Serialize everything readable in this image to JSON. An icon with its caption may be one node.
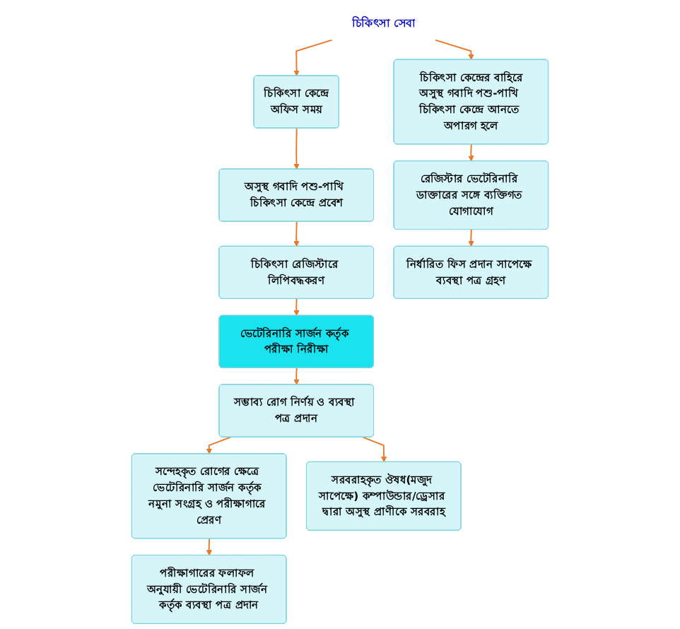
{
  "diagram": {
    "nodes": [
      {
        "text": [
          "চিকিৎসা সেবা"
        ]
      },
      {
        "text": [
          "চিকিৎসা কেন্দ্রে",
          "অফিস সময়"
        ]
      },
      {
        "text": [
          "চিকিৎসা কেন্দ্রের বাহিরে",
          "অসুস্থ গবাদি পশু-পাখি চিকিৎসা কেন্দ্রে আনতে অপারগ হলে"
        ]
      },
      {
        "text": [
          "অসুস্থ গবাদি পশু-পাখি চিকিৎসা কেন্দ্রে প্রবেশ"
        ]
      },
      {
        "text": [
          "রেজিস্টার ভেটেরিনারি ডাক্তারের সঙ্গে ব্যক্তিগত যোগাযোগ"
        ]
      },
      {
        "text": [
          "চিকিৎসা রেজিস্টারে লিপিবদ্ধকরণ"
        ]
      },
      {
        "text": [
          "নির্ধারিত ফিস প্রদান সাপেক্ষে ব্যবস্থা পত্র গ্রহণ"
        ]
      },
      {
        "text": [
          "ভেটেরিনারি সার্জন কর্তৃক পরীক্ষা নিরীক্ষা"
        ]
      },
      {
        "text": [
          "সম্ভাব্য রোগ নির্ণয় ও ব্যবস্থা পত্র প্রদান"
        ]
      },
      {
        "text": [
          "সন্দেহকৃত রোগের ক্ষেত্রে ভেটেরিনারি সার্জন কর্তৃক নমুনা সংগ্রহ ও পরীক্ষাগারে প্রেরণ"
        ]
      },
      {
        "text": [
          "সরবরাহকৃত ঔষধ(মজুদ সাপেক্ষে) কম্পাউন্ডার/ড্রেসার দ্বারা অসুস্থ প্রাণীকে সরবরাহ"
        ]
      },
      {
        "text": [
          "পরীক্ষাগারের ফলাফল অনুযায়ী ভেটেরিনারি সার্জন কর্তৃক ব্যবস্থা পত্র প্রদান"
        ]
      }
    ],
    "edges": [
      {
        "from": 0,
        "to": 1,
        "arrow": "to"
      },
      {
        "from": 0,
        "to": 2,
        "arrow": "to"
      },
      {
        "from": 1,
        "to": 3,
        "arrow": "to"
      },
      {
        "from": 3,
        "to": 5,
        "arrow": "to"
      },
      {
        "from": 5,
        "to": 7,
        "arrow": "to"
      },
      {
        "from": 7,
        "to": 8,
        "arrow": "to"
      },
      {
        "from": 8,
        "to": 10,
        "arrow": "to"
      },
      {
        "from": 8,
        "to": 9,
        "arrow": "to"
      },
      {
        "from": 9,
        "to": 11,
        "arrow": "to"
      },
      {
        "from": 2,
        "to": 4,
        "arrow": "to"
      },
      {
        "from": 4,
        "to": 6,
        "arrow": "to"
      }
    ]
  }
}
